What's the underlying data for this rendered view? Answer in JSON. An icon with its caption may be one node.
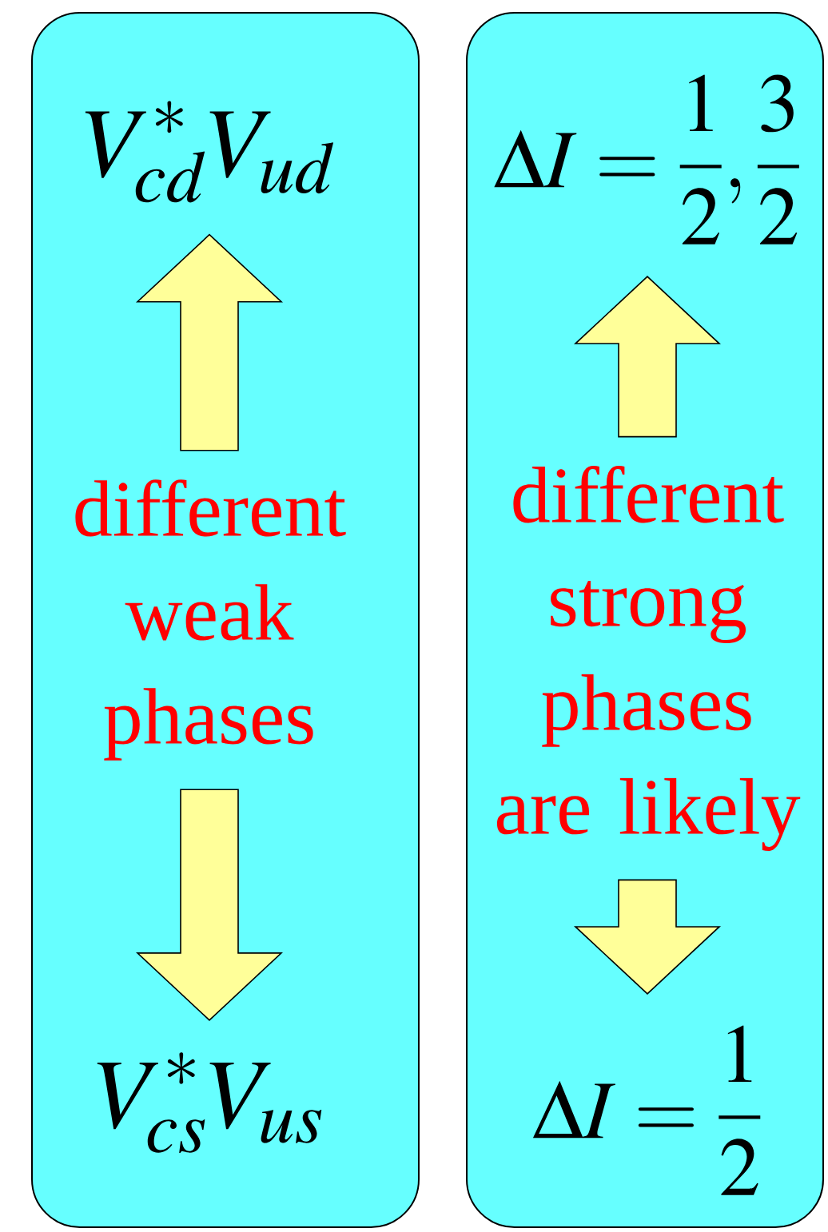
{
  "diagram": {
    "nodes": [
      {
        "text": [],
        "shape": "box"
      },
      {
        "text": [
          "V_{cd}^{*}V_{ud}"
        ],
        "in": 0
      },
      {
        "text": [
          "different weak phases"
        ],
        "in": 0
      },
      {
        "text": [
          "V_{cs}^{*}V_{us}"
        ],
        "in": 0
      },
      {
        "text": [],
        "shape": "box"
      },
      {
        "text": [
          "\\Delta I = \\frac{1}{2}, \\frac{3}{2}"
        ],
        "in": 4
      },
      {
        "text": [
          "different strong phases are likely"
        ],
        "in": 4
      },
      {
        "text": [
          "\\Delta I = \\frac{1}{2}"
        ],
        "in": 4
      }
    ],
    "edges": [
      {
        "from": 2,
        "to": 1,
        "arrow": "to"
      },
      {
        "from": 2,
        "to": 3,
        "arrow": "to"
      },
      {
        "from": 6,
        "to": 5,
        "arrow": "to"
      },
      {
        "from": 6,
        "to": 7,
        "arrow": "to"
      }
    ]
  }
}
